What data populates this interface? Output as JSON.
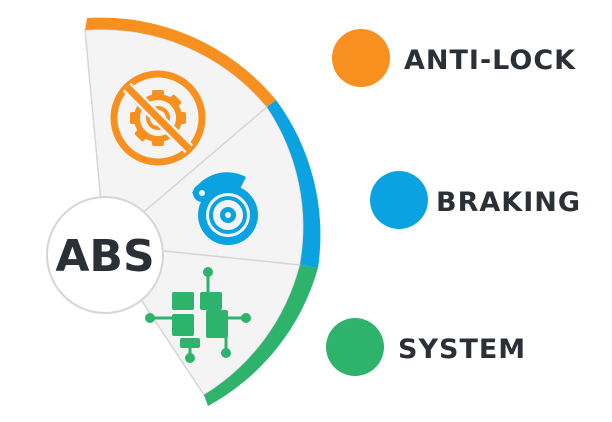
{
  "center": {
    "text": "ABS"
  },
  "legend": [
    {
      "text": "ANTI-LOCK",
      "color": "#f7901e"
    },
    {
      "text": "BRAKING",
      "color": "#0aa2e0"
    },
    {
      "text": "SYSTEM",
      "color": "#2db36b"
    }
  ],
  "colors": {
    "ink": "#2b2f36",
    "sector_fill": "#f4f4f4",
    "sector_stroke": "#d6d6d6",
    "orange": "#f7901e",
    "blue": "#0aa2e0",
    "green": "#2db36b"
  },
  "icons": [
    "no-gear-icon",
    "brake-disc-icon",
    "circuit-icon"
  ]
}
